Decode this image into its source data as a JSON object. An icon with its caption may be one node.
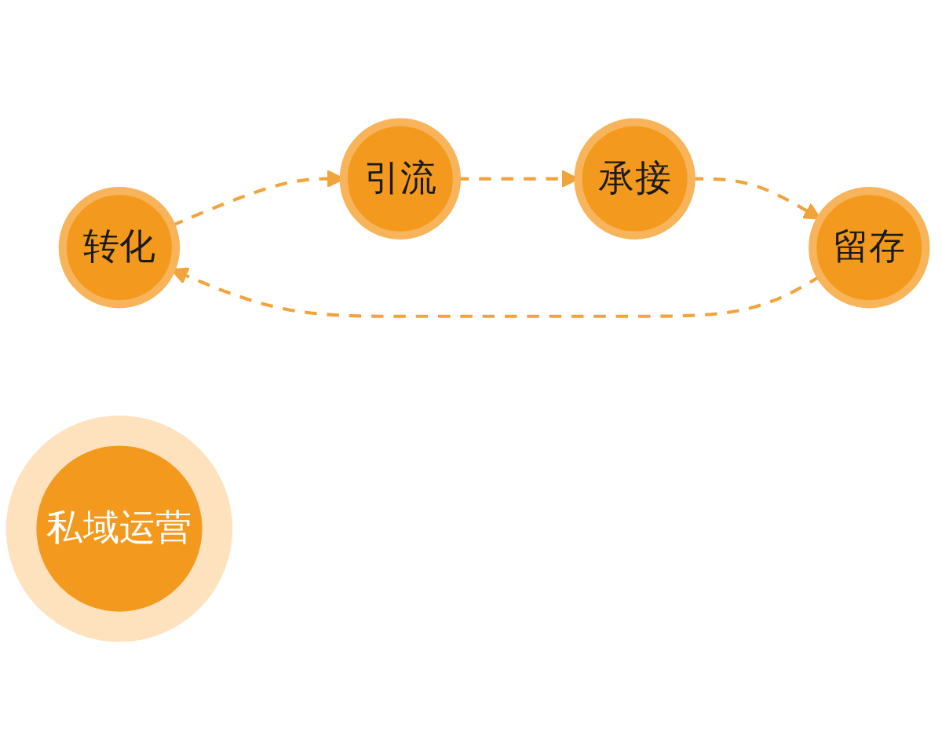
{
  "diagram": {
    "nodes": [
      {
        "text": [
          "转化"
        ]
      },
      {
        "text": [
          "留存"
        ]
      },
      {
        "text": [
          "私域运营"
        ]
      },
      {
        "text": [
          "引流"
        ]
      },
      {
        "text": [
          "承接"
        ]
      }
    ],
    "edges": [
      {
        "from": 3,
        "to": 4,
        "arrow": "to",
        "style": "dashed"
      },
      {
        "from": 4,
        "to": 1,
        "arrow": "to",
        "style": "dashed"
      },
      {
        "from": 1,
        "to": 0,
        "arrow": "to",
        "style": "dashed"
      },
      {
        "from": 0,
        "to": 3,
        "arrow": "to",
        "style": "dashed"
      }
    ]
  }
}
